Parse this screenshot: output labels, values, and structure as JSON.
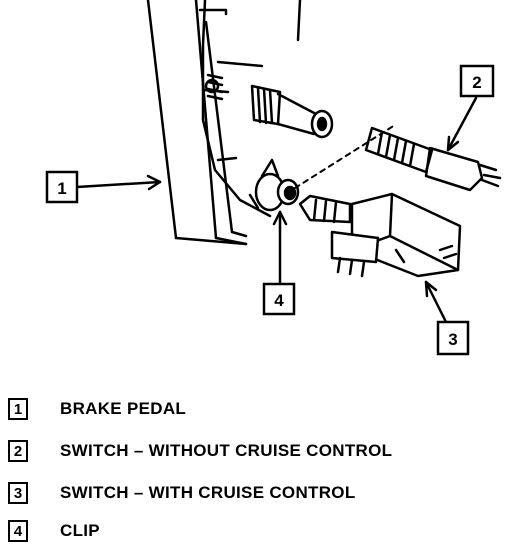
{
  "callouts": [
    {
      "number": "1"
    },
    {
      "number": "2"
    },
    {
      "number": "3"
    },
    {
      "number": "4"
    }
  ],
  "legend": [
    {
      "number": "1",
      "label": "BRAKE PEDAL"
    },
    {
      "number": "2",
      "label": "SWITCH – WITHOUT CRUISE CONTROL"
    },
    {
      "number": "3",
      "label": "SWITCH – WITH CRUISE CONTROL"
    },
    {
      "number": "4",
      "label": "CLIP"
    }
  ]
}
